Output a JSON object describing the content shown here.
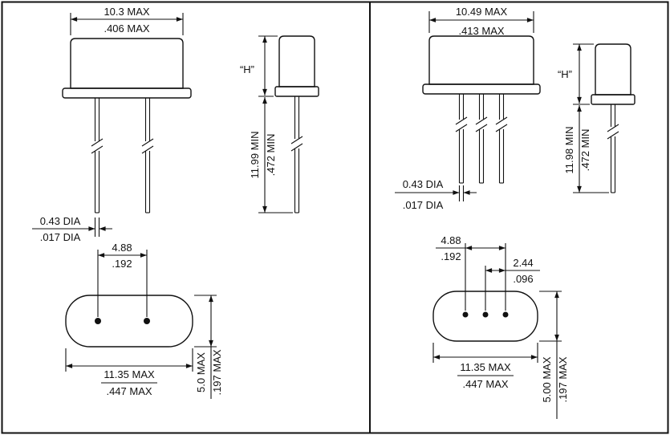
{
  "drawing": {
    "left": {
      "top_width_mm": "10.3 MAX",
      "top_width_in": ".406 MAX",
      "height_label": "“H”",
      "lead_length_mm": "11.99 MIN",
      "lead_length_in": ".472 MIN",
      "lead_dia_mm": "0.43 DIA",
      "lead_dia_in": ".017 DIA",
      "pin_spacing_mm": "4.88",
      "pin_spacing_in": ".192",
      "base_width_mm": "11.35 MAX",
      "base_width_in": ".447 MAX",
      "base_depth_mm": "5.0 MAX",
      "base_depth_in": ".197 MAX"
    },
    "right": {
      "top_width_mm": "10.49 MAX",
      "top_width_in": ".413 MAX",
      "height_label": "“H”",
      "lead_length_mm": "11.98 MIN",
      "lead_length_in": ".472 MIN",
      "lead_dia_mm": "0.43 DIA",
      "lead_dia_in": ".017 DIA",
      "pin_spacing_outer_mm": "4.88",
      "pin_spacing_outer_in": ".192",
      "pin_spacing_inner_mm": "2.44",
      "pin_spacing_inner_in": ".096",
      "base_width_mm": "11.35 MAX",
      "base_width_in": ".447 MAX",
      "base_depth_mm": "5.00 MAX",
      "base_depth_in": ".197 MAX"
    }
  }
}
